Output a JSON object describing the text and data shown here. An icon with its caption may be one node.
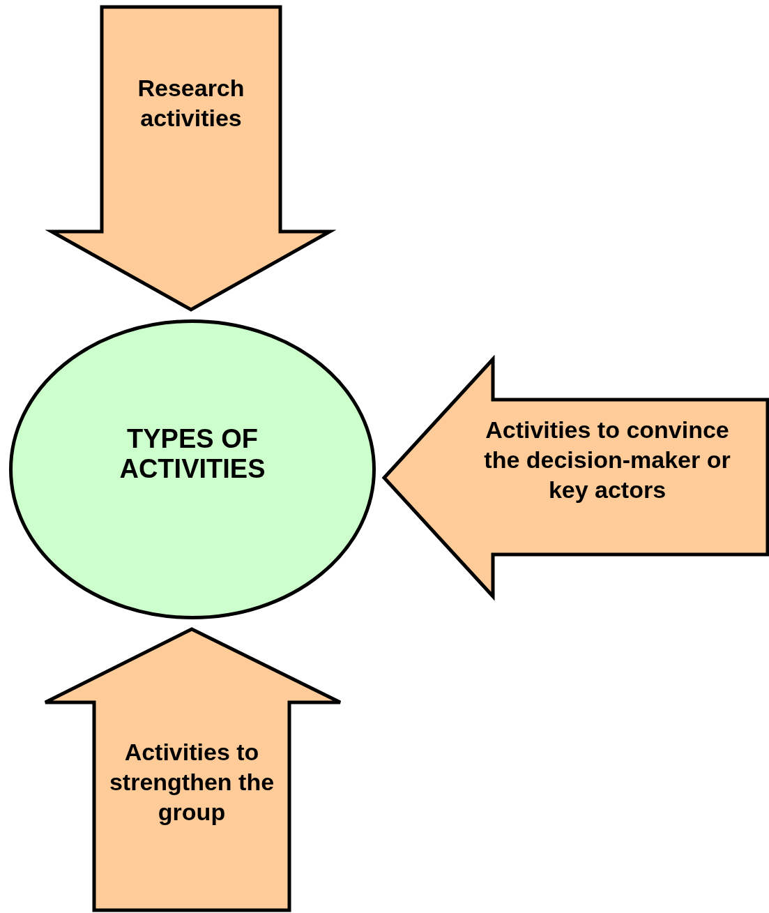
{
  "diagram": {
    "nodes": [
      {
        "text": [
          "Research activities"
        ]
      },
      {
        "text": [
          "TYPES OF ACTIVITIES"
        ]
      },
      {
        "text": [
          "Activities to convince the decision-maker or key actors"
        ]
      },
      {
        "text": [
          "Activities to strengthen the group"
        ]
      }
    ]
  }
}
